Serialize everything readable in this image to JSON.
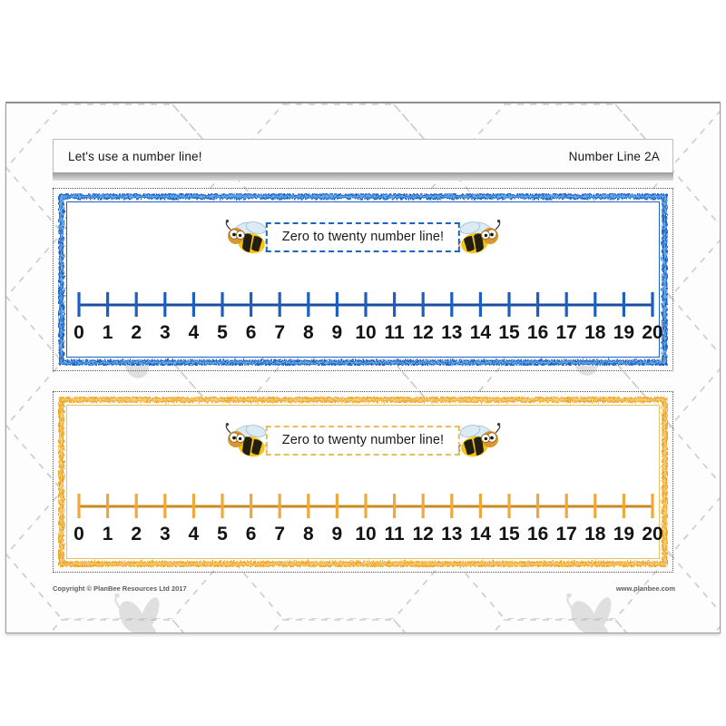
{
  "header": {
    "title": "Let's use a number line!",
    "reference": "Number Line 2A"
  },
  "number_lines": [
    {
      "id": "blue",
      "caption": "Zero to twenty number line!",
      "accent": "#1b63c4",
      "tick_color": "#1b5fc2",
      "axis_color": "#174f9e",
      "labels": [
        "0",
        "1",
        "2",
        "3",
        "4",
        "5",
        "6",
        "7",
        "8",
        "9",
        "10",
        "11",
        "12",
        "13",
        "14",
        "15",
        "16",
        "17",
        "18",
        "19",
        "20"
      ]
    },
    {
      "id": "orange",
      "caption": "Zero to twenty number line!",
      "accent": "#efa31d",
      "tick_color": "#efa93a",
      "axis_color": "#c98a22",
      "labels": [
        "0",
        "1",
        "2",
        "3",
        "4",
        "5",
        "6",
        "7",
        "8",
        "9",
        "10",
        "11",
        "12",
        "13",
        "14",
        "15",
        "16",
        "17",
        "18",
        "19",
        "20"
      ]
    }
  ],
  "footer": {
    "copyright": "Copyright © PlanBee Resources Ltd 2017",
    "website": "www.planbee.com"
  },
  "icons": {
    "bee_left": "bee-icon",
    "bee_right": "bee-icon",
    "watermark": "ghost-bee-icon",
    "background": "honeycomb-pattern"
  },
  "colors": {
    "blue_accent": "#1b63c4",
    "orange_accent": "#efa31d",
    "page_background": "#fdfdfd",
    "text": "#131313"
  }
}
